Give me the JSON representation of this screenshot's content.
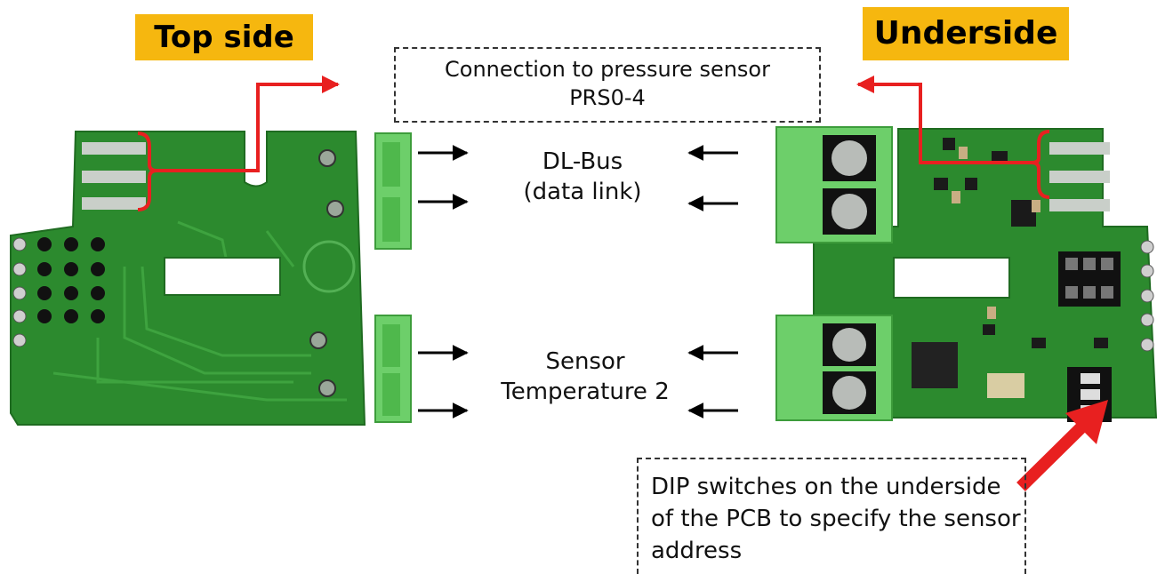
{
  "top_side_label": "Top side",
  "underside_label": "Underside",
  "pressure_callout": {
    "line1": "Connection to pressure sensor",
    "line2": "PRS0-4"
  },
  "dl_bus": {
    "line1": "DL-Bus",
    "line2": "(data link)"
  },
  "sensor": {
    "line1": "Sensor",
    "line2": "Temperature 2"
  },
  "dip_callout": {
    "line1": "DIP switches on the underside",
    "line2": "of the PCB to specify the sensor",
    "line3": "address"
  },
  "colors": {
    "badge": "#f6b70f",
    "pcb_green": "#2f8a2f",
    "terminal_green": "#6dcf6a",
    "arrow_red": "#e82020"
  }
}
